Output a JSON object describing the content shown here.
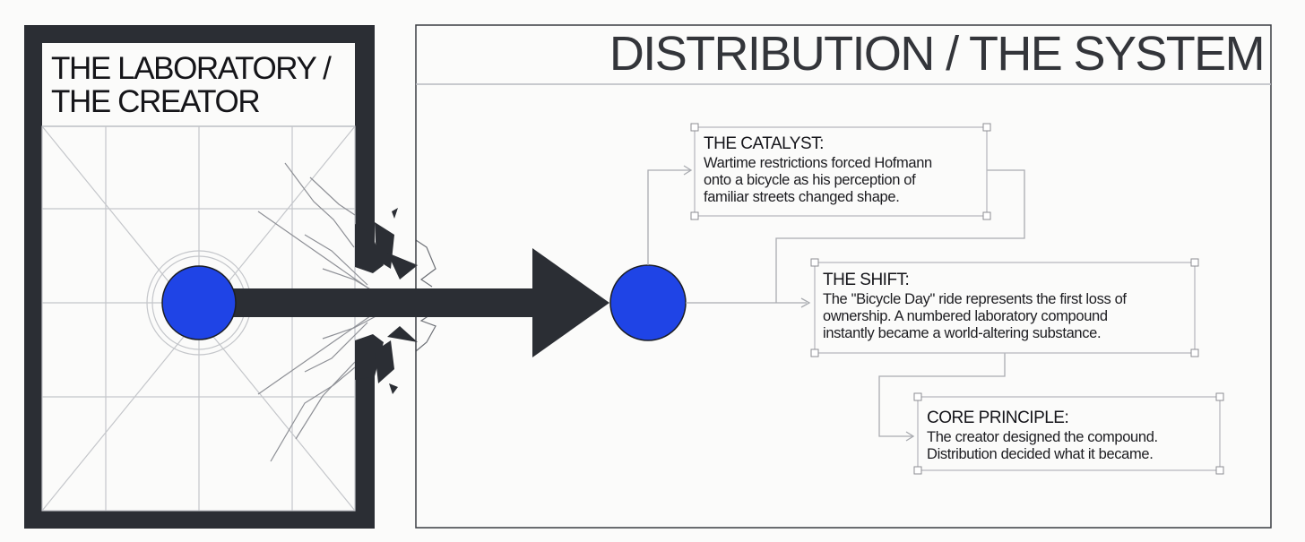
{
  "laboratory": {
    "title_lines": [
      "THE LABORATORY /",
      "THE CREATOR"
    ]
  },
  "distribution": {
    "title": "DISTRIBUTION / THE SYSTEM"
  },
  "notes": [
    {
      "heading": "THE CATALYST:",
      "body_lines": [
        "Wartime restrictions forced Hofmann",
        "onto a bicycle as his perception of",
        "familiar streets changed shape."
      ]
    },
    {
      "heading": "THE SHIFT:",
      "body_lines": [
        "The \"Bicycle Day\" ride represents the first loss of",
        "ownership. A numbered laboratory compound",
        "instantly became a world-altering substance."
      ]
    },
    {
      "heading": "CORE PRINCIPLE:",
      "body_lines": [
        "The creator designed the compound.",
        "Distribution decided what it became."
      ]
    }
  ],
  "colors": {
    "frame": "#2b2e34",
    "node": "#1f44e6",
    "line": "#a9abb0",
    "background": "#fbfbfa"
  }
}
